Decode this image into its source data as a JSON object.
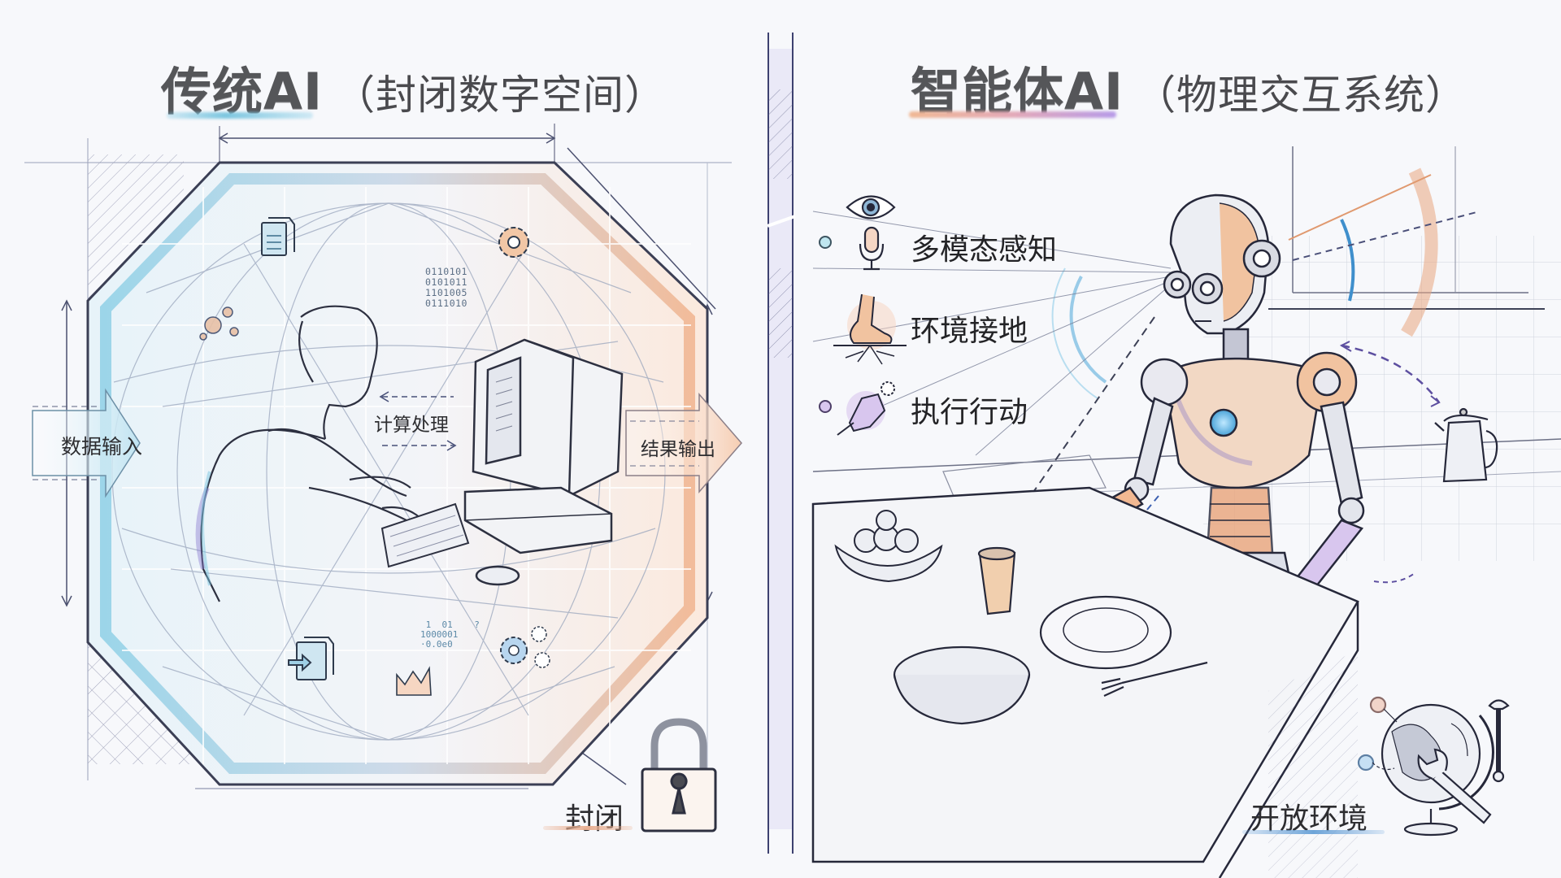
{
  "left_panel": {
    "title_main": "传统AI",
    "title_sub": "（封闭数字空间）",
    "accent_color": "#7cc6df",
    "flow_labels": {
      "input": "数据输入",
      "process": "计算处理",
      "output": "结果输出"
    },
    "binary_block_1": "0110101\n0101011\n1101005\n0111010",
    "binary_block_2": " 1  01    ?\n1000001\n·0.0e0",
    "status_label": "封闭",
    "icons": [
      "document-icon",
      "gear-icon",
      "data-cluster-icon",
      "file-import-icon",
      "chart-icon",
      "gears-icon",
      "lock-icon",
      "computer-icon",
      "person-icon"
    ]
  },
  "right_panel": {
    "title_main": "智能体AI",
    "title_sub": "（物理交互系统）",
    "accent_gradient": [
      "#f0b894",
      "#b79be8"
    ],
    "features": [
      {
        "label": "多模态感知",
        "icon": "eye-microphone-icon",
        "dot_color": "#bfe6ef"
      },
      {
        "label": "环境接地",
        "icon": "foot-roots-icon",
        "dot_color": null
      },
      {
        "label": "执行行动",
        "icon": "robot-hand-gear-icon",
        "dot_color": "#d8c6ee"
      }
    ],
    "status_label": "开放环境",
    "icons": [
      "robot-icon",
      "kettle-icon",
      "cup-icon",
      "fruit-bowl-icon",
      "plate-icon",
      "bowl-icon",
      "fork-icon",
      "globe-icon",
      "wrench-icon"
    ]
  },
  "colors": {
    "background": "#f7f8fb",
    "sketch_line": "#3f4356",
    "blue_accent": "#6fb6d8",
    "orange_accent": "#e9a47a",
    "purple_accent": "#8f80c9"
  }
}
